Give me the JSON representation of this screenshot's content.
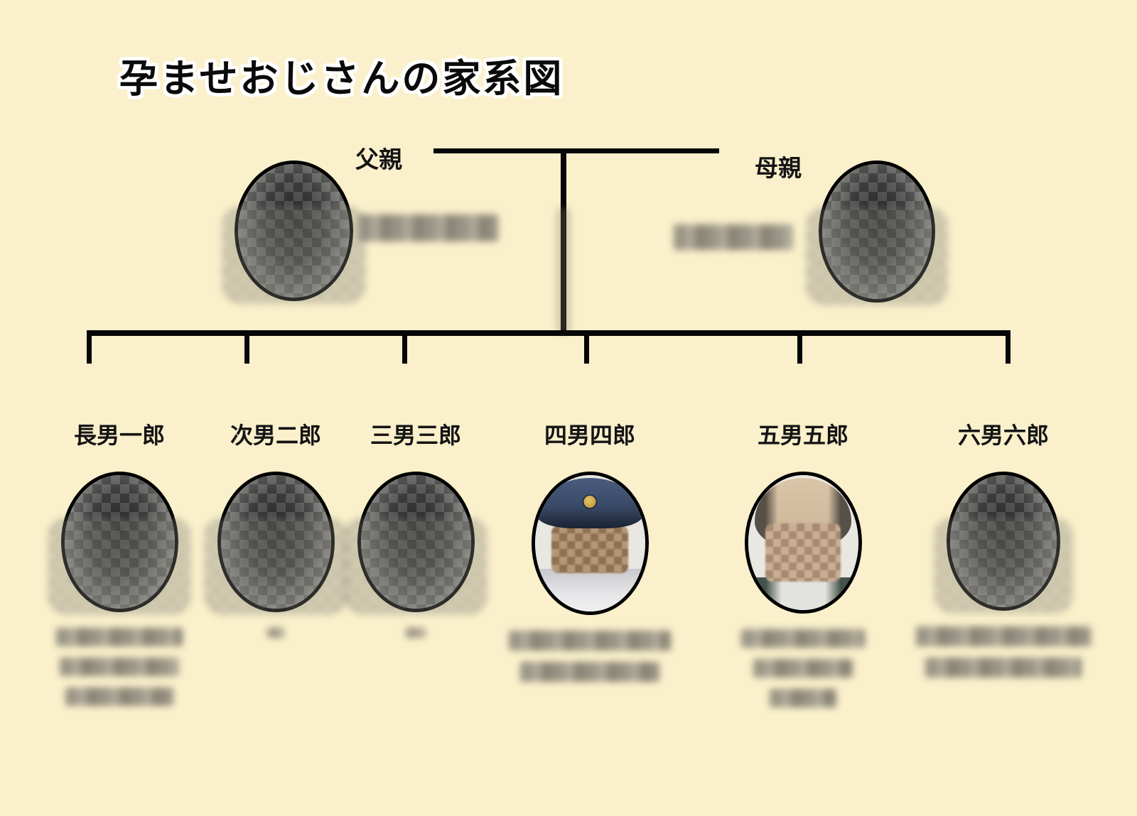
{
  "page": {
    "title": "孕ませおじさんの家系図"
  },
  "parents": {
    "father": {
      "label": "父親"
    },
    "mother": {
      "label": "母親"
    }
  },
  "children": [
    {
      "label": "長男一郎"
    },
    {
      "label": "次男二郎"
    },
    {
      "label": "三男三郎"
    },
    {
      "label": "四男四郎"
    },
    {
      "label": "五男五郎"
    },
    {
      "label": "六男六郎"
    }
  ],
  "colors": {
    "background": "#FAF0CB",
    "line": "#060606",
    "police_cap": "#394A68",
    "badge_gold": "#C8A23C"
  }
}
